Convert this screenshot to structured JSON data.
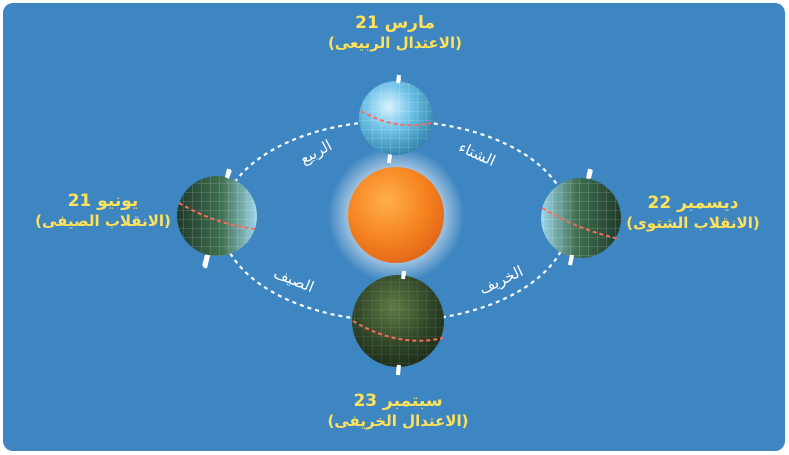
{
  "positions": {
    "march": {
      "date": "21 مارس",
      "event": "(الاعتدال الربيعى)"
    },
    "june": {
      "date": "21 يونيو",
      "event": "(الانقلاب الصيفى)"
    },
    "september": {
      "date": "23 سبتمبر",
      "event": "(الاعتدال الخريفى)"
    },
    "december": {
      "date": "22 ديسمبر",
      "event": "(الانقلاب الشتوى)"
    }
  },
  "seasons": {
    "spring": "الربيع",
    "winter": "الشتاء",
    "summer": "الصيف",
    "autumn": "الخريف"
  },
  "colors": {
    "background": "#3e86c1",
    "label": "#ffe25a",
    "orbit": "#ffffff",
    "sun": "#f5821f",
    "equator": "#ff6a5a"
  }
}
